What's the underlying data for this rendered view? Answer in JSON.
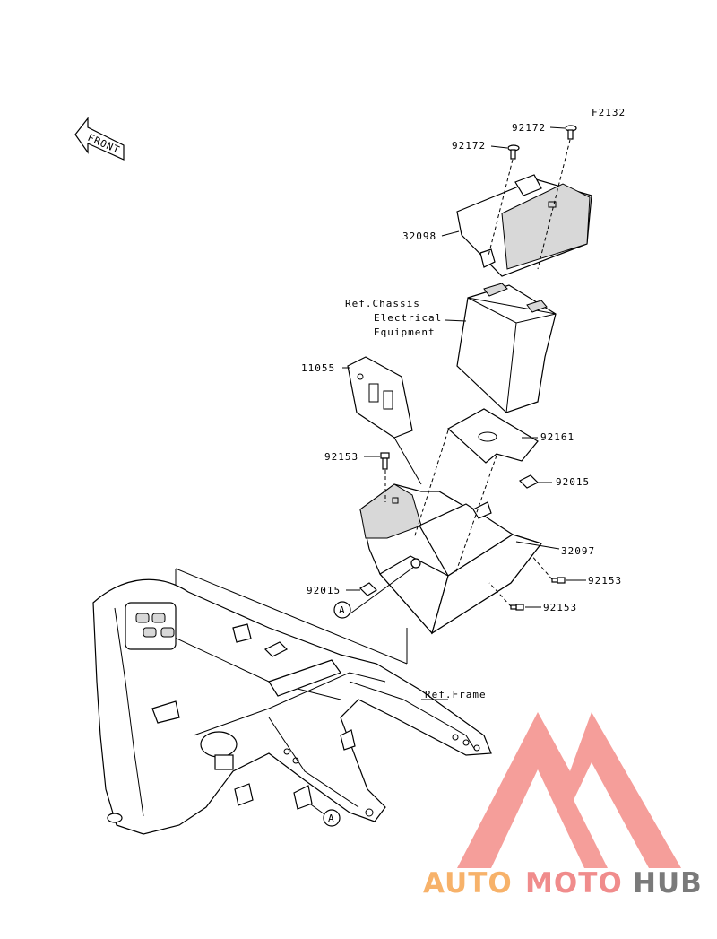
{
  "figure_code": "F2132",
  "front_label": "FRONT",
  "parts": {
    "p92172a": "92172",
    "p92172b": "92172",
    "p32098": "32098",
    "ref_chassis_1": "Ref.Chassis",
    "ref_chassis_2": "Electrical",
    "ref_chassis_3": "Equipment",
    "p11055": "11055",
    "p92161": "92161",
    "p92153a": "92153",
    "p92015a": "92015",
    "p32097": "32097",
    "p92015b": "92015",
    "p92153b": "92153",
    "p92153c": "92153",
    "ref_frame": "Ref.Frame",
    "ref_a1": "A",
    "ref_a2": "A"
  },
  "watermark": {
    "part1": "AUTO",
    "part2": "MOTO",
    "part3": "HUB",
    "color1": "#f7b26a",
    "color2": "#f08c8c",
    "color3": "#7a7a7a",
    "triangle_color": "#f4938f"
  }
}
